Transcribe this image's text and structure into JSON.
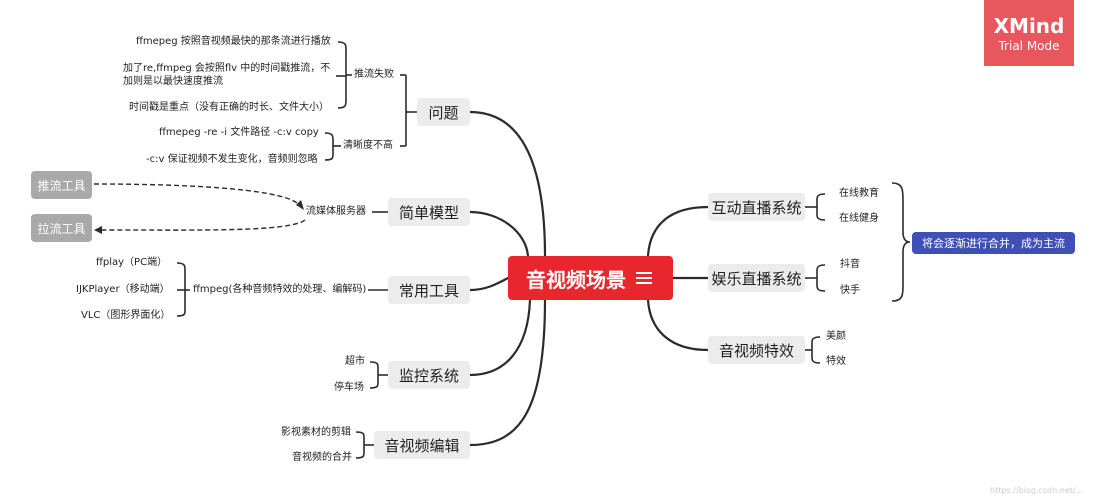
{
  "root": {
    "label": "音视频场景"
  },
  "left": {
    "problem": {
      "label": "问题",
      "push_fail": {
        "label": "推流失败",
        "items": [
          "ffmepeg 按照音视频最快的那条流进行播放",
          "加了re,ffmpeg 会按照flv 中的时间戳推流，不",
          "加则是以最快速度推流",
          "时间戳是重点（没有正确的时长、文件大小）"
        ]
      },
      "clarity": {
        "label": "清晰度不高",
        "items": [
          "ffmepeg -re -i 文件路径 -c:v copy",
          "-c:v 保证视频不发生变化，音频则忽略"
        ]
      }
    },
    "simple_model": {
      "label": "简单模型",
      "server": "流媒体服务器",
      "push_tool": "推流工具",
      "pull_tool": "拉流工具"
    },
    "tools": {
      "label": "常用工具",
      "ffmpeg": "ffmpeg(各种音频特效的处理、编解码)",
      "items": [
        "ffplay（PC端）",
        "IJKPlayer（移动端）",
        "VLC（图形界面化）"
      ]
    },
    "monitor": {
      "label": "监控系统",
      "items": [
        "超市",
        "停车场"
      ]
    },
    "editing": {
      "label": "音视频编辑",
      "items": [
        "影视素材的剪辑",
        "音视频的合并"
      ]
    }
  },
  "right": {
    "interactive": {
      "label": "互动直播系统",
      "items": [
        "在线教育",
        "在线健身"
      ]
    },
    "entertainment": {
      "label": "娱乐直播系统",
      "items": [
        "抖音",
        "快手"
      ]
    },
    "effects": {
      "label": "音视频特效",
      "items": [
        "美颜",
        "特效"
      ]
    },
    "summary": "将会逐渐进行合并，成为主流"
  },
  "badge": {
    "brand": "XMind",
    "mode": "Trial Mode"
  },
  "watermark": "https://blog.csdn.net/...",
  "colors": {
    "root": "#e8262e",
    "summary": "#3f4fb5",
    "badge": "#e9575e",
    "line": "#2b2b2b"
  }
}
